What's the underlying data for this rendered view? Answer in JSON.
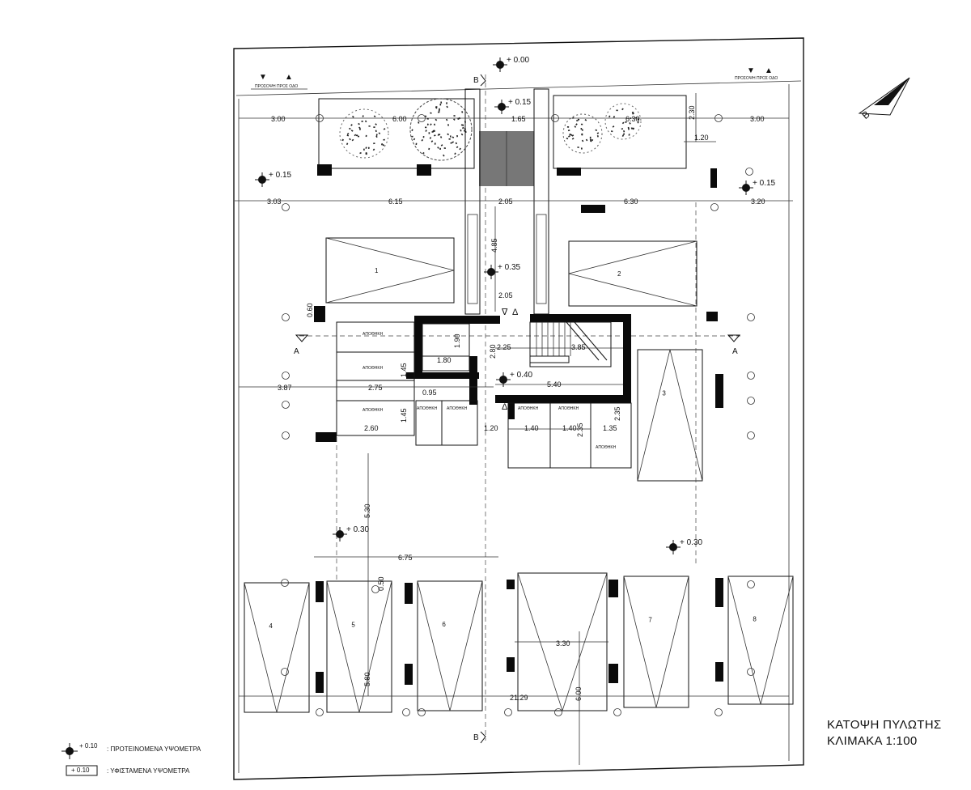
{
  "title": {
    "line1": "ΚΑΤΟΨΗ ΠΥΛΩΤΗΣ",
    "line2": "ΚΛΙΜΑΚΑ 1:100"
  },
  "legend": {
    "proposed_value": "+ 0.10",
    "proposed_label": ": ΠΡΟΤΕΙΝΟΜΕΝΑ ΥΨΟΜΕΤΡΑ",
    "existing_value": "+ 0.10",
    "existing_label": ": ΥΦΙΣΤΑΜΕΝΑ ΥΨΟΜΕΤΡΑ"
  },
  "street_labels": {
    "left": "ΠΡΟΣΟΨΗ ΠΡΟΣ ΟΔΟ",
    "right": "ΠΡΟΣΟΨΗ ΠΡΟΣ ΟΔΟ"
  },
  "sections": {
    "b_top": "B",
    "b_bottom": "B",
    "a_left": "A",
    "a_right": "A"
  },
  "north": "B",
  "levels": [
    {
      "value": "+ 0.00"
    },
    {
      "value": "+ 0.15"
    },
    {
      "value": "+ 0.15"
    },
    {
      "value": "+ 0.15"
    },
    {
      "value": "+ 0.35"
    },
    {
      "value": "+ 0.40"
    },
    {
      "value": "+ 0.30"
    },
    {
      "value": "+ 0.30"
    }
  ],
  "dimensions": {
    "d1": "3.00",
    "d2": "6.00",
    "d3": "1.65",
    "d4": "6.30",
    "d5": "3.00",
    "d6": "3.03",
    "d7": "6.15",
    "d8": "2.05",
    "d9": "6.30",
    "d10": "3.20",
    "d11": "2.30",
    "d12": "1.20",
    "d13": "4.85",
    "d14": "2.05",
    "d15": "0.60",
    "d16": "1.80",
    "d17": "1.90",
    "d18": "2.25",
    "d19": "2.80",
    "d20": "3.85",
    "d21": "3.87",
    "d22": "2.75",
    "d23": "1.45",
    "d24": "0.95",
    "d25": "5.40",
    "d26": "2.60",
    "d27": "1.45",
    "d28": "1.20",
    "d29": "1.40",
    "d30": "1.40",
    "d31": "1.35",
    "d32": "2.35",
    "d33": "2.35",
    "d34": "5.30",
    "d35": "6.75",
    "d36": "0.50",
    "d37": "3.30",
    "d38": "5.80",
    "d39": "6.00",
    "d40": "21.29"
  },
  "storage_label": "ΑΠΟΘΗΚΗ",
  "parking_spaces": [
    "1",
    "2",
    "3",
    "4",
    "5",
    "6",
    "7",
    "8"
  ],
  "symbols": {
    "triangle": "Δ",
    "triangle_down": "∇"
  }
}
